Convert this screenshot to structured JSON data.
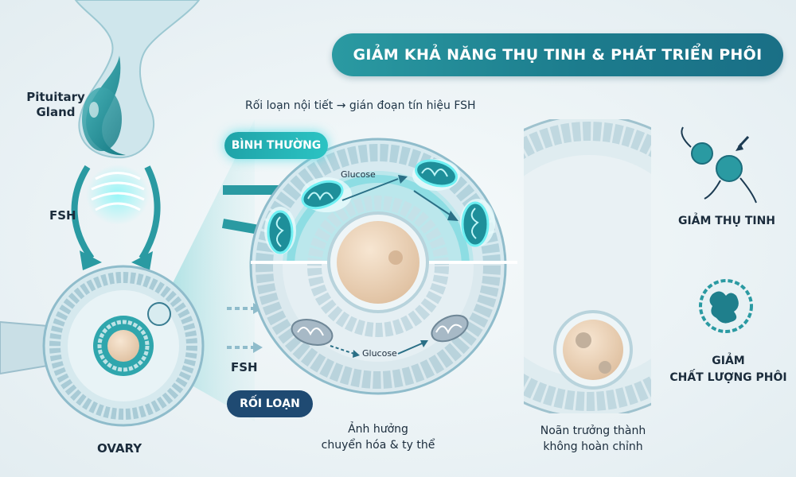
{
  "title": "GIẢM KHẢ NĂNG THỤ TINH & PHÁT TRIỂN PHÔI",
  "labels": {
    "pituitary": "Pituitary\nGland",
    "fsh_top": "FSH",
    "fsh_bottom": "FSH",
    "ovary": "OVARY",
    "subtitle": "Rối loạn nội tiết → gián đoạn tín hiệu FSH",
    "normal": "BÌNH THƯỜNG",
    "disorder": "RỐI LOẠN",
    "glucose_top": "Glucose",
    "glucose_bottom": "Glucose",
    "caption_center": "Ảnh hưởng\nchuyển hóa & ty thể",
    "caption_right": "Noãn trưởng thành\nkhông hoàn chỉnh",
    "reduced_fertilization": "GIẢM THỤ TINH",
    "reduced_embryo_quality": "GIẢM\nCHẤT LƯỢNG PHÔI"
  },
  "colors": {
    "teal": "#2a9aa2",
    "dark_navy": "#1f4a72",
    "glow": "#3fe0e6",
    "egg": "#efd6bc"
  }
}
